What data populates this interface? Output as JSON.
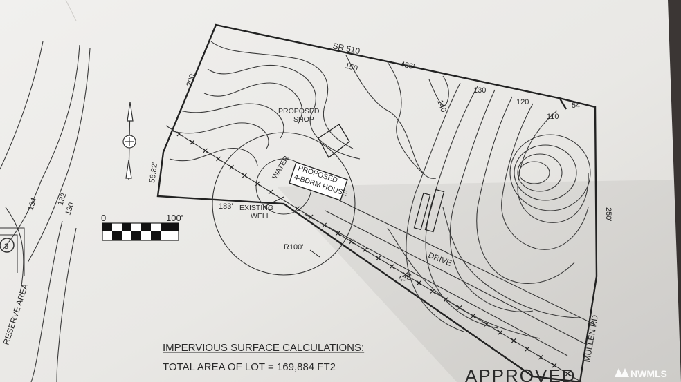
{
  "plan": {
    "road_top": "SR 510",
    "road_right": "MULLEN RD",
    "reserve_area": "RESERVE AREA",
    "drive": "DRIVE",
    "water": "WATER",
    "proposed_shop": [
      "PROPOSED",
      "SHOP"
    ],
    "proposed_house": [
      "PROPOSED",
      "4-BDRM HOUSE"
    ],
    "existing_well": [
      "EXISTING",
      "WELL"
    ],
    "radius": "R100'",
    "dims": {
      "top": "486'",
      "left_top": "200'",
      "left": "56.82'",
      "bottom_left": "183'",
      "right": "250'",
      "corner": "54'",
      "drive_len": "438'"
    },
    "contours": {
      "c150": "150",
      "c140": "140",
      "c130": "130",
      "c120": "120",
      "c110": "110",
      "c134": "134",
      "c132": "132",
      "c130b": "130"
    },
    "scale": {
      "start": "0",
      "end": "100'"
    },
    "calc_title": "IMPERVIOUS SURFACE CALCULATIONS:",
    "calc_line": "TOTAL AREA OF LOT = 169,884 FT2",
    "stamp": "APPROVED",
    "watermark": "NWMLS",
    "circle_number": "3"
  },
  "colors": {
    "background": "#3b3634",
    "paper": "#ecebe8",
    "ink": "#2a2a2a"
  }
}
